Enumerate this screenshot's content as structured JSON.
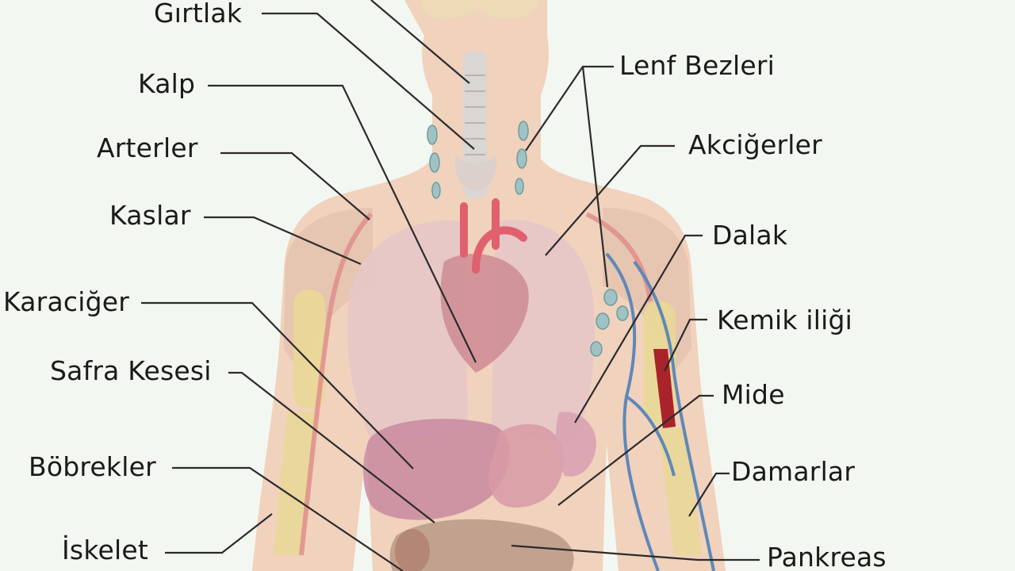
{
  "diagram": {
    "labels": {
      "girtlak": "Gırtlak",
      "kalp": "Kalp",
      "arterler": "Arterler",
      "kaslar": "Kaslar",
      "karaciger": "Karaciğer",
      "safra_kesesi": "Safra Kesesi",
      "bobrekler": "Böbrekler",
      "iskelet": "İskelet",
      "lenf_bezleri": "Lenf Bezleri",
      "akcigerler": "Akciğerler",
      "dalak": "Dalak",
      "kemik_iligi": "Kemik iliği",
      "mide": "Mide",
      "damarlar": "Damarlar",
      "pankreas": "Pankreas"
    }
  },
  "colors": {
    "background": "#f3f7f1",
    "body": "#f0d2bd",
    "leader_line": "#2b2b2b",
    "artery": "#e0606e",
    "vein": "#5f88b8",
    "bone": "#e9d894",
    "marrow": "#a8232a",
    "organ": "#d8a3ab"
  }
}
